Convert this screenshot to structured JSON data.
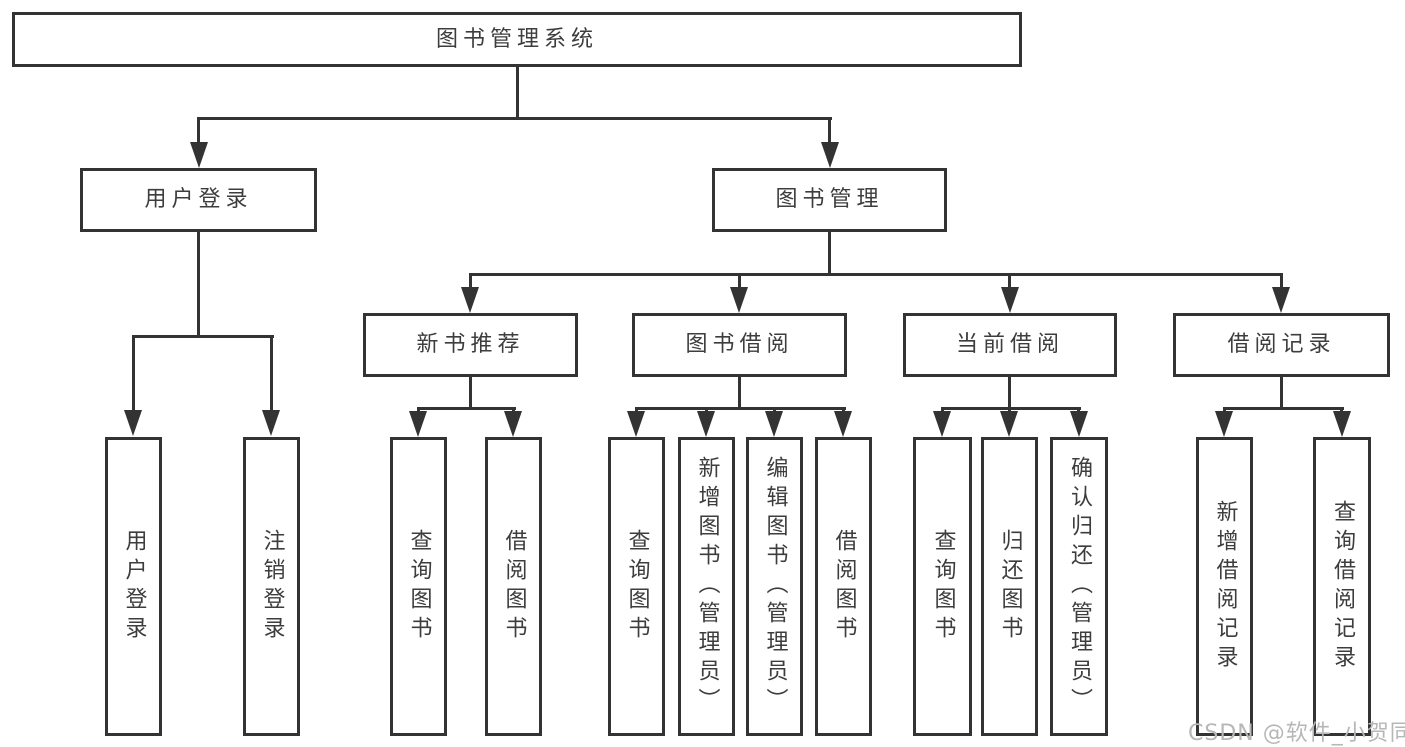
{
  "diagram_title": "图书管理系统",
  "nodes": {
    "root": "图书管理系统",
    "l2": [
      "用户登录",
      "图书管理"
    ],
    "l3": [
      "新书推荐",
      "图书借阅",
      "当前借阅",
      "借阅记录"
    ],
    "l4_user_login": [
      "用户登录",
      "注销登录"
    ],
    "l4_new_books": [
      "查询图书",
      "借阅图书"
    ],
    "l4_book_borrow": [
      "查询图书",
      "新增图书（管理员）",
      "编辑图书（管理员）",
      "借阅图书"
    ],
    "l4_current_borrow": [
      "查询图书",
      "归还图书",
      "确认归还（管理员）"
    ],
    "l4_borrow_records": [
      "新增借阅记录",
      "查询借阅记录"
    ]
  },
  "watermark": "CSDN @软件_小贺同学",
  "colors": {
    "line": "#333333",
    "text": "#3d3d3d",
    "watermark": "#b7b7b7",
    "background": "#ffffff"
  }
}
